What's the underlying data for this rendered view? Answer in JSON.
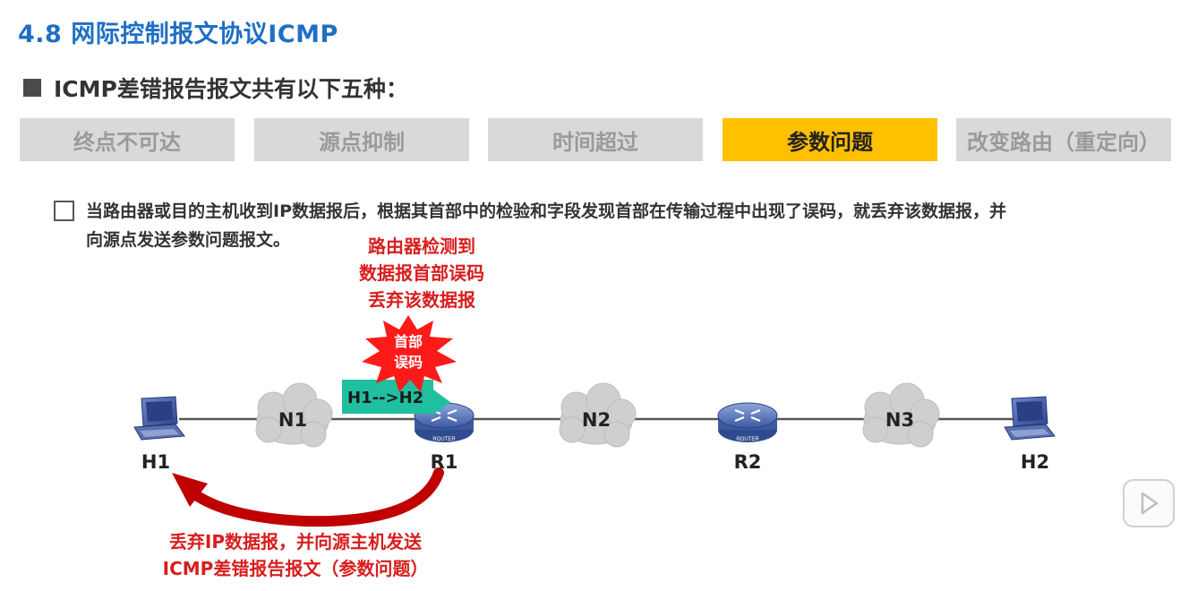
{
  "header": {
    "title": "4.8 网际控制报文协议ICMP",
    "subtitle": "ICMP差错报告报文共有以下五种："
  },
  "tabs": [
    {
      "label": "终点不可达",
      "active": false
    },
    {
      "label": "源点抑制",
      "active": false
    },
    {
      "label": "时间超过",
      "active": false
    },
    {
      "label": "参数问题",
      "active": true
    },
    {
      "label": "改变路由（重定向）",
      "active": false
    }
  ],
  "description": {
    "line1": "当路由器或目的主机收到IP数据报后，根据其首部中的检验和字段发现首部在传输过程中出现了误码，就丢弃该数据报，并",
    "line2": "向源点发送参数问题报文。"
  },
  "diagram": {
    "router_note": {
      "line1": "路由器检测到",
      "line2": "数据报首部误码",
      "line3": "丢弃该数据报"
    },
    "error_star": {
      "line1": "首部",
      "line2": "误码"
    },
    "packet_label": "H1-->H2",
    "nodes": {
      "h1": "H1",
      "r1": "R1",
      "r2": "R2",
      "h2": "H2"
    },
    "networks": {
      "n1": "N1",
      "n2": "N2",
      "n3": "N3"
    },
    "router_caption": "ROUTER",
    "bottom_note": {
      "line1": "丢弃IP数据报，并向源主机发送",
      "line2": "ICMP差错报告报文（参数问题）"
    }
  },
  "colors": {
    "title_blue": "#1f6fc5",
    "tab_active": "#ffc000",
    "tab_inactive": "#d9d9d9",
    "alert_red": "#d81e1e",
    "packet_teal": "#1fbf9f",
    "router_blue": "#4f6fb5"
  },
  "icons": [
    "computer-icon",
    "router-icon",
    "cloud-icon",
    "play-icon",
    "checkbox-icon"
  ]
}
